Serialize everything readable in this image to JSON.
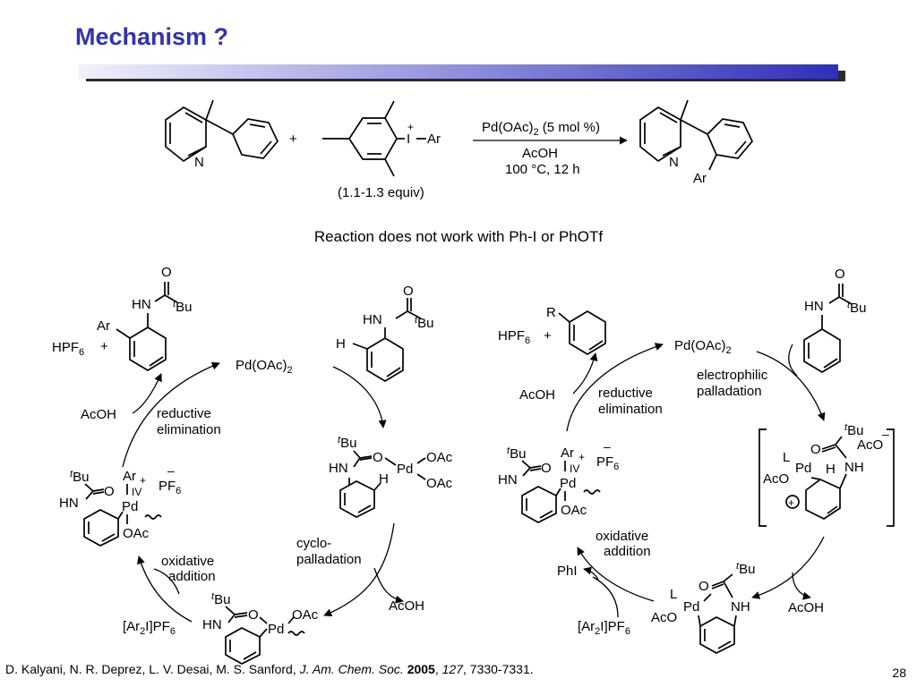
{
  "title": "Mechanism ?",
  "scheme": {
    "plus": "+",
    "iodonium_I": "I",
    "iodonium_charge": "+",
    "iodonium_ar": "Ar",
    "nitrogen": "N",
    "product_ar": "Ar",
    "equiv": "(1.1-1.3 equiv)",
    "conditions_catalyst": "Pd(OAc)",
    "conditions_catalyst_sub": "2",
    "conditions_catalyst_tail": " (5 mol %)",
    "conditions_solvent": "AcOH",
    "conditions_temp": "100 °C, 12 h"
  },
  "note": "Reaction does not work with Ph-I or PhOTf",
  "left_cycle": {
    "pdoac2_main": "Pd(OAc)",
    "pdoac2_sub": "2",
    "substrate_HN": "HN",
    "substrate_O": "O",
    "substrate_tBu_t": "t",
    "substrate_tBu": "Bu",
    "substrate_H": "H",
    "complex1_OAc_a": "OAc",
    "complex1_OAc_b": "OAc",
    "complex1_Pd": "Pd",
    "complex1_O": "O",
    "complex1_HN": "HN",
    "complex1_H": "H",
    "complex1_tBu_t": "t",
    "complex1_tBu": "Bu",
    "cyclopalladation_1": "cyclo-",
    "cyclopalladation_2": "palladation",
    "acoh_release": "AcOH",
    "palladacycle_Pd": "Pd",
    "palladacycle_OAc": "OAc",
    "palladacycle_O": "O",
    "palladacycle_HN": "HN",
    "palladacycle_tBu_t": "t",
    "palladacycle_tBu": "Bu",
    "oxidant_main": "[Ar",
    "oxidant_sub": "2",
    "oxidant_tail": "I]PF",
    "oxidant_sub2": "6",
    "oxidative_1": "oxidative",
    "oxidative_2": "addition",
    "pd4_Pd": "Pd",
    "pd4_Ar": "Ar",
    "pd4_IV": "IV",
    "pd4_OAc": "OAc",
    "pd4_O": "O",
    "pd4_HN": "HN",
    "pd4_tBu_t": "t",
    "pd4_tBu": "Bu",
    "pd4_plus": "+",
    "pd4_minus": "–",
    "pd4_PF": "PF",
    "pd4_PF_sub": "6",
    "reductive_1": "reductive",
    "reductive_2": "elimination",
    "acoh_in": "AcOH",
    "product_HPF": "HPF",
    "product_HPF_sub": "6",
    "product_plus": "+",
    "product_Ar": "Ar",
    "product_HN": "HN",
    "product_O": "O",
    "product_tBu_t": "t",
    "product_tBu": "Bu"
  },
  "right_cycle": {
    "pdoac2_main": "Pd(OAc)",
    "pdoac2_sub": "2",
    "substrate_HN": "HN",
    "substrate_O": "O",
    "substrate_tBu_t": "t",
    "substrate_tBu": "Bu",
    "electrophilic_1": "electrophilic",
    "electrophilic_2": "palladation",
    "wheland_L": "L",
    "wheland_Pd": "Pd",
    "wheland_O": "O",
    "wheland_AcO": "AcO",
    "wheland_H": "H",
    "wheland_NH": "NH",
    "wheland_tBu_t": "t",
    "wheland_tBu": "Bu",
    "wheland_AcO_anion": "AcO",
    "wheland_minus": "–",
    "wheland_plus": "+",
    "acoh_release": "AcOH",
    "palladacycle_L": "L",
    "palladacycle_Pd": "Pd",
    "palladacycle_AcO": "AcO",
    "palladacycle_O": "O",
    "palladacycle_NH": "NH",
    "palladacycle_tBu_t": "t",
    "palladacycle_tBu": "Bu",
    "oxidant_main": "[Ar",
    "oxidant_sub": "2",
    "oxidant_tail": "I]PF",
    "oxidant_sub2": "6",
    "phi": "PhI",
    "oxidative_1": "oxidative",
    "oxidative_2": "addition",
    "pd4_Pd": "Pd",
    "pd4_Ar": "Ar",
    "pd4_IV": "IV",
    "pd4_OAc": "OAc",
    "pd4_O": "O",
    "pd4_HN": "HN",
    "pd4_tBu_t": "t",
    "pd4_tBu": "Bu",
    "pd4_plus": "+",
    "pd4_minus": "–",
    "pd4_PF": "PF",
    "pd4_PF_sub": "6",
    "reductive_1": "reductive",
    "reductive_2": "elimination",
    "acoh_in": "AcOH",
    "product_R": "R",
    "product_HPF": "HPF",
    "product_HPF_sub": "6",
    "product_plus": "+"
  },
  "citation": {
    "authors": "D. Kalyani, N. R. Deprez, L. V. Desai, M. S. Sanford, ",
    "journal": "J. Am. Chem. Soc.",
    "year": "2005",
    "sep1": ", ",
    "volume": "127",
    "pages": ", 7330-7331."
  },
  "page_number": "28"
}
